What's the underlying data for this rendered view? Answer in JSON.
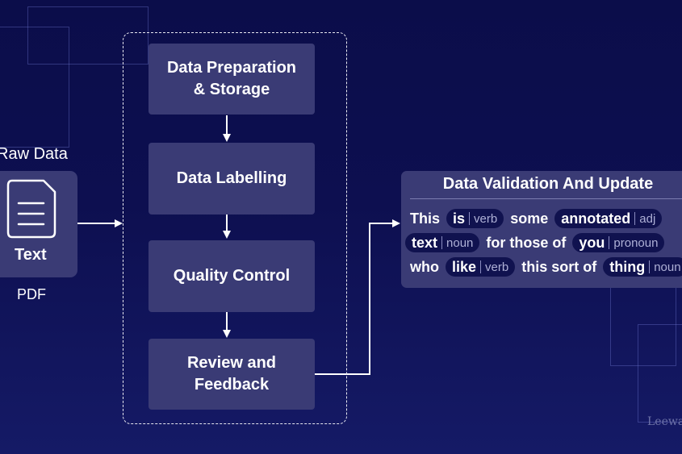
{
  "raw_data": {
    "label": "Raw Data",
    "card_text": "Text",
    "format": "PDF",
    "icon": "document-icon"
  },
  "pipeline": [
    {
      "line1": "Data Preparation",
      "line2": "& Storage"
    },
    {
      "line1": "Data Labelling",
      "line2": ""
    },
    {
      "line1": "Quality Control",
      "line2": ""
    },
    {
      "line1": "Review and",
      "line2": "Feedback"
    }
  ],
  "validation": {
    "title": "Data Validation And Update",
    "rows": [
      [
        {
          "w": "This"
        },
        {
          "w": "is",
          "pos": "verb"
        },
        {
          "w": "some"
        },
        {
          "w": "annotated",
          "pos": "adj"
        }
      ],
      [
        {
          "w": "text",
          "pos": "noun"
        },
        {
          "w": "for those of"
        },
        {
          "w": "you",
          "pos": "pronoun"
        }
      ],
      [
        {
          "w": "who"
        },
        {
          "w": "like",
          "pos": "verb"
        },
        {
          "w": "this sort of"
        },
        {
          "w": "thing",
          "pos": "noun"
        }
      ]
    ]
  },
  "watermark": "Leewa",
  "colors": {
    "background": "#0b0d4a",
    "box": "#3a3b75",
    "pill": "#10124f",
    "arrow": "#ffffff"
  }
}
